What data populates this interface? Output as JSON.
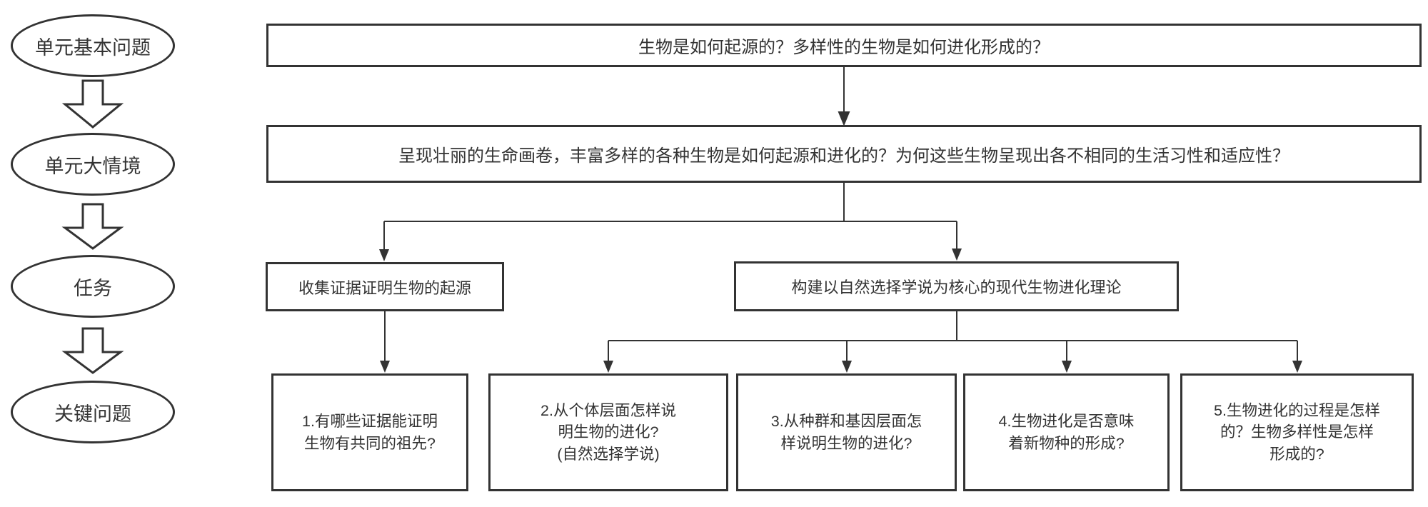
{
  "diagram": {
    "title_hint": "单元教学结构图",
    "colors": {
      "stroke": "#333333",
      "text": "#333333",
      "background": "#ffffff"
    },
    "sidebar": {
      "items": [
        {
          "label": "单元基本问题"
        },
        {
          "label": "单元大情境"
        },
        {
          "label": "任务"
        },
        {
          "label": "关键问题"
        }
      ]
    },
    "basic_question": {
      "text": "生物是如何起源的？多样性的生物是如何进化形成的？"
    },
    "big_context": {
      "text": "呈现壮丽的生命画卷，丰富多样的各种生物是如何起源和进化的？为何这些生物呈现出各不相同的生活习性和适应性？"
    },
    "tasks": [
      {
        "label": "收集证据证明生物的起源"
      },
      {
        "label": "构建以自然选择学说为核心的现代生物进化理论"
      }
    ],
    "key_questions": [
      {
        "lines": [
          "1.有哪些证据能证明",
          "生物有共同的祖先?"
        ]
      },
      {
        "lines": [
          "2.从个体层面怎样说",
          "明生物的进化?",
          "(自然选择学说)"
        ]
      },
      {
        "lines": [
          "3.从种群和基因层面怎",
          "样说明生物的进化?"
        ]
      },
      {
        "lines": [
          "4.生物进化是否意味",
          "着新物种的形成?"
        ]
      },
      {
        "lines": [
          "5.生物进化的过程是怎样",
          "的？生物多样性是怎样",
          "形成的?"
        ]
      }
    ]
  }
}
